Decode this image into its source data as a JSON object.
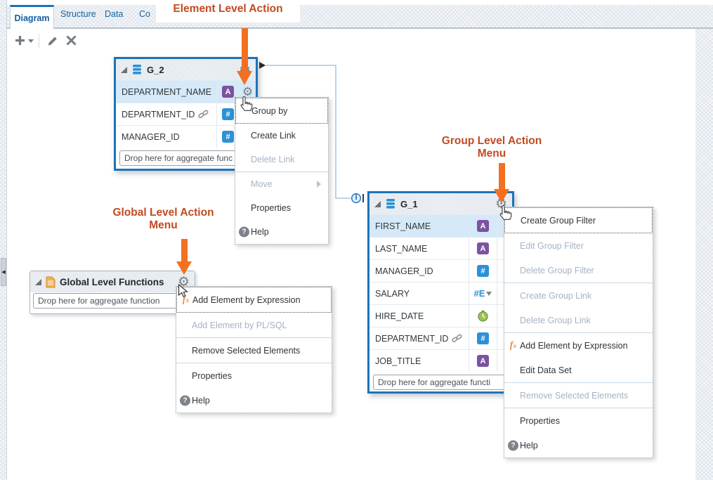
{
  "colors": {
    "accent_blue": "#1b74ba",
    "selection_blue": "#d5e9f8",
    "annotation_text": "#c24a21",
    "annotation_arrow": "#f2701f",
    "disabled_text": "#a4b3c6",
    "badge_purple": "#7c52a1",
    "badge_blue": "#2d91d5",
    "fx_orange": "#e8913f"
  },
  "tabs": {
    "items": [
      {
        "label": "Diagram",
        "active": true
      },
      {
        "label": "Structure",
        "active": false
      },
      {
        "label": "Data",
        "active": false
      },
      {
        "label": "Co",
        "active": false
      }
    ]
  },
  "icons": {
    "text_badge": "A",
    "number_badge": "#",
    "salary_aggregate": "#E",
    "help_glyph": "?",
    "info_glyph": "i",
    "splitter_glyph": "◀"
  },
  "annotations": {
    "element": {
      "line1": "Element Level Action"
    },
    "group": {
      "line1": "Group Level Action",
      "line2": "Menu"
    },
    "global": {
      "line1": "Global Level Action",
      "line2": "Menu"
    }
  },
  "groups": {
    "g2": {
      "title": "G_2",
      "fields": [
        {
          "name": "DEPARTMENT_NAME",
          "type": "text",
          "selected": true
        },
        {
          "name": "DEPARTMENT_ID",
          "type": "number",
          "linked": true
        },
        {
          "name": "MANAGER_ID",
          "type": "number"
        }
      ],
      "drop_placeholder": "Drop here for aggregate func"
    },
    "g1": {
      "title": "G_1",
      "fields": [
        {
          "name": "FIRST_NAME",
          "type": "text",
          "selected": true
        },
        {
          "name": "LAST_NAME",
          "type": "text"
        },
        {
          "name": "MANAGER_ID",
          "type": "number"
        },
        {
          "name": "SALARY",
          "type": "number-aggregate"
        },
        {
          "name": "HIRE_DATE",
          "type": "date"
        },
        {
          "name": "DEPARTMENT_ID",
          "type": "number",
          "linked": true
        },
        {
          "name": "JOB_TITLE",
          "type": "text"
        }
      ],
      "drop_placeholder": "Drop here for aggregate functi"
    },
    "global": {
      "title": "Global Level Functions",
      "drop_placeholder": "Drop here for aggregate function"
    }
  },
  "menus": {
    "element": {
      "items": [
        {
          "label": "Group by",
          "enabled": true,
          "focused": true
        },
        {
          "label": "Create Link",
          "enabled": true
        },
        {
          "label": "Delete Link",
          "enabled": false
        },
        {
          "label": "Move",
          "enabled": false,
          "has_submenu": true
        },
        {
          "label": "Properties",
          "enabled": true
        },
        {
          "label": "Help",
          "enabled": true,
          "icon": "help"
        }
      ]
    },
    "group": {
      "items": [
        {
          "label": "Create Group Filter",
          "enabled": true,
          "focused": true
        },
        {
          "label": "Edit Group Filter",
          "enabled": false
        },
        {
          "label": "Delete Group Filter",
          "enabled": false
        },
        {
          "label": "Create Group Link",
          "enabled": false
        },
        {
          "label": "Delete Group Link",
          "enabled": false
        },
        {
          "label": "Add Element by Expression",
          "enabled": true,
          "icon": "fx"
        },
        {
          "label": "Edit Data Set",
          "enabled": true
        },
        {
          "label": "Remove Selected Elements",
          "enabled": false
        },
        {
          "label": "Properties",
          "enabled": true
        },
        {
          "label": "Help",
          "enabled": true,
          "icon": "help"
        }
      ]
    },
    "global": {
      "items": [
        {
          "label": "Add Element by Expression",
          "enabled": true,
          "focused": true,
          "icon": "fx"
        },
        {
          "label": "Add Element by PL/SQL",
          "enabled": false
        },
        {
          "label": "Remove Selected Elements",
          "enabled": true
        },
        {
          "label": "Properties",
          "enabled": true
        },
        {
          "label": "Help",
          "enabled": true,
          "icon": "help"
        }
      ]
    }
  }
}
